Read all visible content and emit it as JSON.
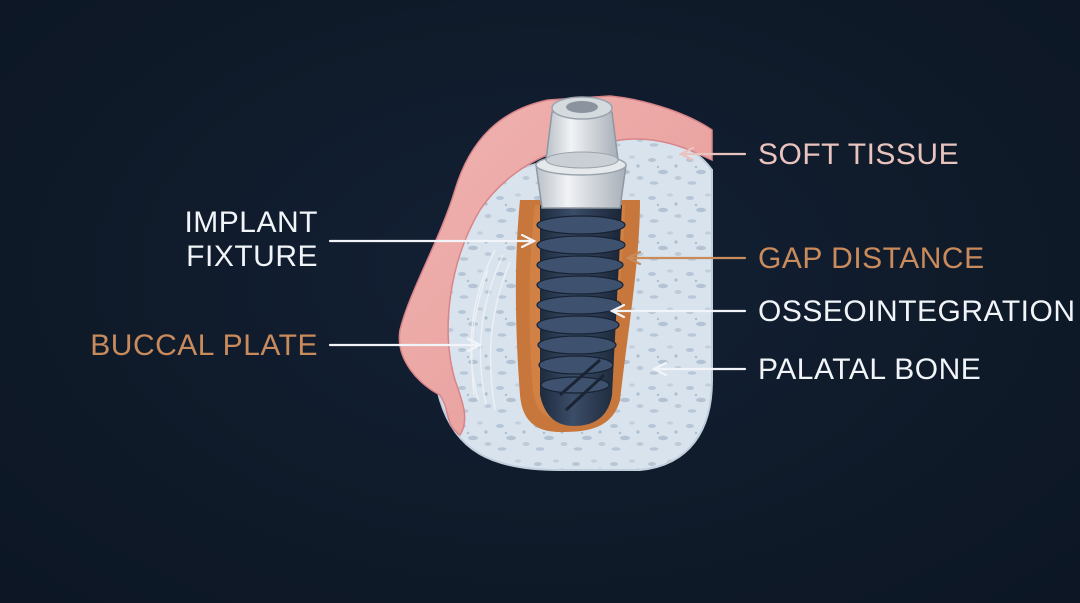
{
  "labels": {
    "implant_fixture": "IMPLANT\nFIXTURE",
    "buccal_plate": "BUCCAL PLATE",
    "soft_tissue": "SOFT TISSUE",
    "gap_distance": "GAP DISTANCE",
    "osseointegration": "OSSEOINTEGRATION",
    "palatal_bone": "PALATAL BONE"
  },
  "colors": {
    "background": "#0f1a29",
    "soft_tissue": "#ecaaa8",
    "bone": "#d8e2ec",
    "implant": "#2c3d55",
    "abutment": "#d6dbe0",
    "gap": "#c7773b",
    "label_white": "#f1f4f8",
    "label_orange": "#c98a5c",
    "label_pink": "#e9c3bd"
  }
}
